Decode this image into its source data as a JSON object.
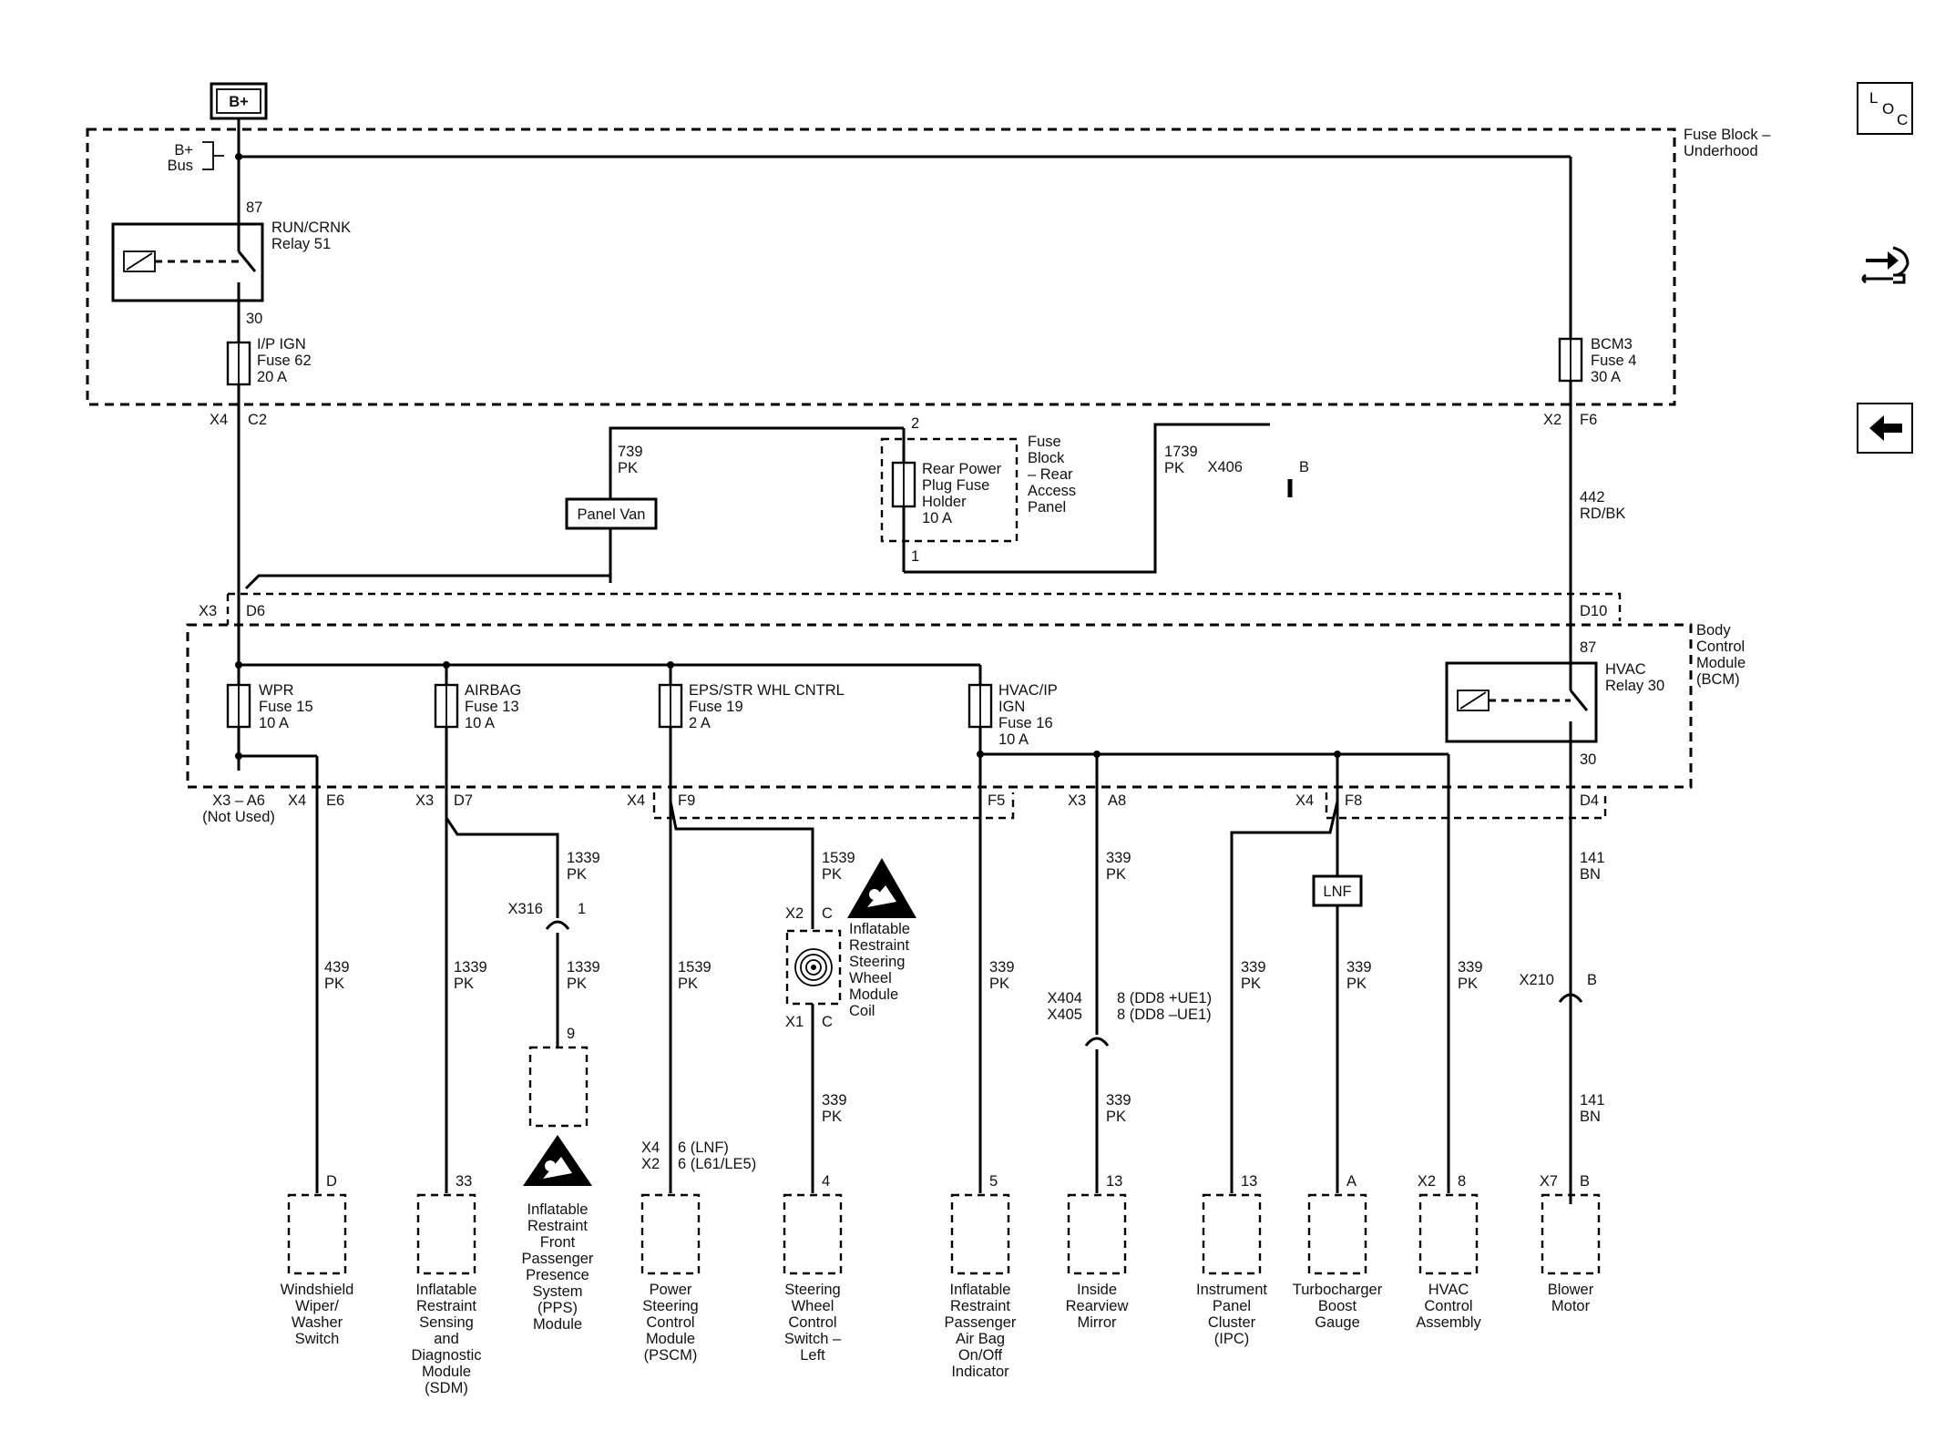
{
  "power": {
    "source": "B+",
    "bus": "B+\nBus"
  },
  "fuse_block_underhood": {
    "label": "Fuse Block –\nUnderhood",
    "relay51": {
      "pin_in": "87",
      "pin_out": "30",
      "label": "RUN/CRNK\nRelay 51"
    },
    "fuse62": {
      "label": "I/P IGN\nFuse 62\n20 A"
    },
    "fuse4": {
      "label": "BCM3\nFuse 4\n30 A"
    },
    "conn_left": "X4",
    "pin_left": "C2",
    "conn_right": "X2",
    "pin_right": "F6"
  },
  "rear_fuse_block": {
    "label": "Fuse\nBlock\n– Rear\nAccess\nPanel",
    "holder": "Rear Power\nPlug Fuse\nHolder\n10 A",
    "pin_top": "2",
    "pin_bottom": "1",
    "wire_left": "739\nPK",
    "option": "Panel Van",
    "wire_right": "1739\nPK",
    "x406": "X406",
    "x406_pin": "B"
  },
  "wire_442": "442\nRD/BK",
  "bcm": {
    "label": "Body\nControl\nModule\n(BCM)",
    "conn_x3": "X3",
    "pin_d6": "D6",
    "pin_d10": "D10",
    "fuses": [
      {
        "label": "WPR\nFuse 15\n10 A"
      },
      {
        "label": "AIRBAG\nFuse 13\n10 A"
      },
      {
        "label": "EPS/STR WHL CNTRL\nFuse 19\n2 A"
      },
      {
        "label": "HVAC/IP\nIGN\nFuse 16\n10 A"
      }
    ],
    "hvac_relay": {
      "pin_in": "87",
      "pin_out": "30",
      "label": "HVAC\nRelay 30"
    }
  },
  "outputs": {
    "a6": "X3 – A6\n(Not Used)",
    "x4_e6": [
      "X4",
      "E6"
    ],
    "x3_d7": [
      "X3",
      "D7"
    ],
    "x4_f9": [
      "X4",
      "F9"
    ],
    "f5": "F5",
    "x3_a8": [
      "X3",
      "A8"
    ],
    "x4_f8": [
      "X4",
      "F8"
    ],
    "d4": "D4"
  },
  "wires": {
    "w439": "439\nPK",
    "w1339_sdm": "1339\nPK",
    "w1339_a": "1339\nPK",
    "w1339_b": "1339\nPK",
    "w1539_a": "1539\nPK",
    "w1539_b": "1539\nPK",
    "w339_coil": "339\nPK",
    "w339_airbag": "339\nPK",
    "w339_mirror_a": "339\nPK",
    "w339_mirror_b": "339\nPK",
    "w339_ipc": "339\nPK",
    "w339_turbo": "339\nPK",
    "w339_hvac": "339\nPK",
    "w141_a": "141\nBN",
    "w141_b": "141\nBN",
    "lnf": "LNF"
  },
  "inline_connectors": {
    "x316": "X316",
    "x316_pin": "1",
    "pps_pin": "9",
    "coil": "Inflatable\nRestraint\nSteering\nWheel\nModule\nCoil",
    "coil_top": [
      "X2",
      "C"
    ],
    "coil_bottom": [
      "X1",
      "C"
    ],
    "x404_x405": "X404\nX405",
    "x404_pins": "8 (DD8 +UE1)\n8 (DD8 –UE1)",
    "x210": "X210",
    "x210_pin": "B",
    "pscm_conn": "X4\nX2",
    "pscm_pins": "6 (LNF)\n6 (L61/LE5)"
  },
  "components": [
    {
      "pin": "D",
      "label": "Windshield\nWiper/\nWasher\nSwitch"
    },
    {
      "pin": "33",
      "label": "Inflatable\nRestraint\nSensing\nand\nDiagnostic\nModule\n(SDM)"
    },
    {
      "pin": "",
      "label": "Inflatable\nRestraint\nFront\nPassenger\nPresence\nSystem\n(PPS)\nModule"
    },
    {
      "pin": "",
      "label": "Power\nSteering\nControl\nModule\n(PSCM)"
    },
    {
      "pin": "4",
      "label": "Steering\nWheel\nControl\nSwitch –\nLeft"
    },
    {
      "pin": "5",
      "label": "Inflatable\nRestraint\nPassenger\nAir Bag\nOn/Off\nIndicator"
    },
    {
      "pin": "13",
      "label": "Inside\nRearview\nMirror"
    },
    {
      "pin": "13",
      "label": "Instrument\nPanel\nCluster\n(IPC)"
    },
    {
      "pin": "A",
      "label": "Turbocharger\nBoost\nGauge"
    },
    {
      "pin": "8",
      "conn": "X2",
      "label": "HVAC\nControl\nAssembly"
    },
    {
      "pin": "B",
      "conn": "X7",
      "label": "Blower\nMotor"
    }
  ],
  "side_icons": [
    {
      "name": "loc-icon",
      "text": "LOC"
    },
    {
      "name": "component-locator-icon"
    },
    {
      "name": "back-arrow-icon"
    }
  ]
}
